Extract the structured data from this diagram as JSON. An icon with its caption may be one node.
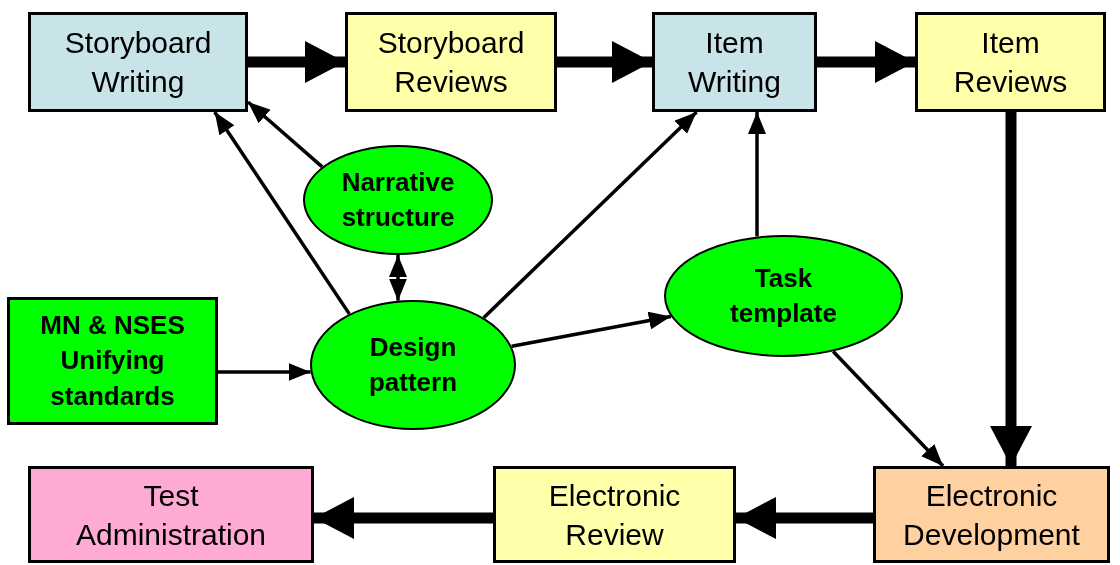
{
  "diagram": {
    "nodes": [
      {
        "text": [
          "Storyboard Writing"
        ]
      },
      {
        "text": [
          "Storyboard Reviews"
        ]
      },
      {
        "text": [
          "Item Writing"
        ]
      },
      {
        "text": [
          "Item Reviews"
        ]
      },
      {
        "text": [
          "Narrative structure"
        ]
      },
      {
        "text": [
          "MN & NSES Unifying standards"
        ]
      },
      {
        "text": [
          "Design pattern"
        ]
      },
      {
        "text": [
          "Task template"
        ]
      },
      {
        "text": [
          "Test Administration"
        ]
      },
      {
        "text": [
          "Electronic Review"
        ]
      },
      {
        "text": [
          "Electronic Development"
        ]
      }
    ],
    "edges": [
      {
        "from": 0,
        "to": 1,
        "arrow": "to",
        "style": "thick"
      },
      {
        "from": 1,
        "to": 2,
        "arrow": "to",
        "style": "thick"
      },
      {
        "from": 2,
        "to": 3,
        "arrow": "to",
        "style": "thick"
      },
      {
        "from": 3,
        "to": 10,
        "arrow": "to",
        "style": "thick"
      },
      {
        "from": 10,
        "to": 9,
        "arrow": "to",
        "style": "thick"
      },
      {
        "from": 9,
        "to": 8,
        "arrow": "to",
        "style": "thick"
      },
      {
        "from": 4,
        "to": 0,
        "arrow": "to"
      },
      {
        "from": 6,
        "to": 0,
        "arrow": "to"
      },
      {
        "from": 4,
        "to": 6,
        "arrow": "both"
      },
      {
        "from": 6,
        "to": 2,
        "arrow": "to"
      },
      {
        "from": 7,
        "to": 2,
        "arrow": "to"
      },
      {
        "from": 5,
        "to": 6,
        "arrow": "to"
      },
      {
        "from": 6,
        "to": 7,
        "arrow": "to"
      },
      {
        "from": 7,
        "to": 10,
        "arrow": "to"
      }
    ]
  }
}
